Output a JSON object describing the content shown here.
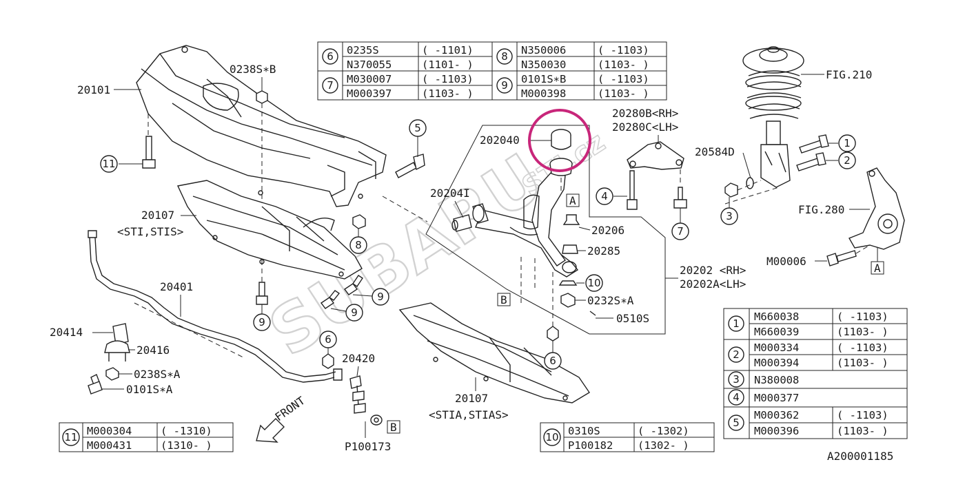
{
  "labels": {
    "l20101": "20101",
    "l0238sb": "0238S∗B",
    "l20107": "20107",
    "l20107sub": "<STI,STIS>",
    "l20401": "20401",
    "l20414": "20414",
    "l20416": "20416",
    "l0238sa": "0238S∗A",
    "l0101sa": "0101S∗A",
    "l20420": "20420",
    "lp100173": "P100173",
    "l20107b": "20107",
    "l20107bsub": "<STIA,STIAS>",
    "l202040": "202040",
    "l202041": "20204I",
    "l20206": "20206",
    "l20285": "20285",
    "l0232sa": "0232S∗A",
    "l0510s": "0510S",
    "l20202rh": "20202 <RH>",
    "l20202lh": "20202A<LH>",
    "l20280brh": "20280B<RH>",
    "l20280clh": "20280C<LH>",
    "l20584d": "20584D",
    "lfig210": "FIG.210",
    "lfig280": "FIG.280",
    "lm00006": "M00006",
    "front": "FRONT",
    "docid": "A200001185",
    "box_a": "A",
    "box_b": "B"
  },
  "callouts": {
    "c1": "1",
    "c2": "2",
    "c3": "3",
    "c4": "4",
    "c5": "5",
    "c6": "6",
    "c7": "7",
    "c8": "8",
    "c9": "9",
    "c10": "10",
    "c11": "11"
  },
  "table_top": {
    "g6": {
      "num": "6",
      "rows": [
        [
          "0235S",
          "( -1101)"
        ],
        [
          "N370055",
          "(1101- )"
        ]
      ]
    },
    "g7": {
      "num": "7",
      "rows": [
        [
          "M030007",
          "( -1103)"
        ],
        [
          "M000397",
          "(1103- )"
        ]
      ]
    },
    "g8": {
      "num": "8",
      "rows": [
        [
          "N350006",
          "( -1103)"
        ],
        [
          "N350030",
          "(1103- )"
        ]
      ]
    },
    "g9": {
      "num": "9",
      "rows": [
        [
          "0101S∗B",
          "( -1103)"
        ],
        [
          "M000398",
          "(1103- )"
        ]
      ]
    }
  },
  "table_right": {
    "g1": {
      "num": "1",
      "rows": [
        [
          "M660038",
          "( -1103)"
        ],
        [
          "M660039",
          "(1103- )"
        ]
      ]
    },
    "g2": {
      "num": "2",
      "rows": [
        [
          "M000334",
          "( -1103)"
        ],
        [
          "M000394",
          "(1103- )"
        ]
      ]
    },
    "g3": {
      "num": "3",
      "part": "N380008"
    },
    "g4": {
      "num": "4",
      "part": "M000377"
    },
    "g5": {
      "num": "5",
      "rows": [
        [
          "M000362",
          "( -1103)"
        ],
        [
          "M000396",
          "(1103- )"
        ]
      ]
    }
  },
  "table_11": {
    "num": "11",
    "rows": [
      [
        "M000304",
        "( -1310)"
      ],
      [
        "M000431",
        "(1310- )"
      ]
    ]
  },
  "table_10": {
    "num": "10",
    "rows": [
      [
        "0310S",
        "( -1302)"
      ],
      [
        "P100182",
        "(1302- )"
      ]
    ]
  },
  "watermark": {
    "text": "SUBARU",
    "suffix": "STI.cz"
  },
  "colors": {
    "highlight": "#c8267a",
    "line": "#222222",
    "watermark": "#d2d2d2"
  }
}
